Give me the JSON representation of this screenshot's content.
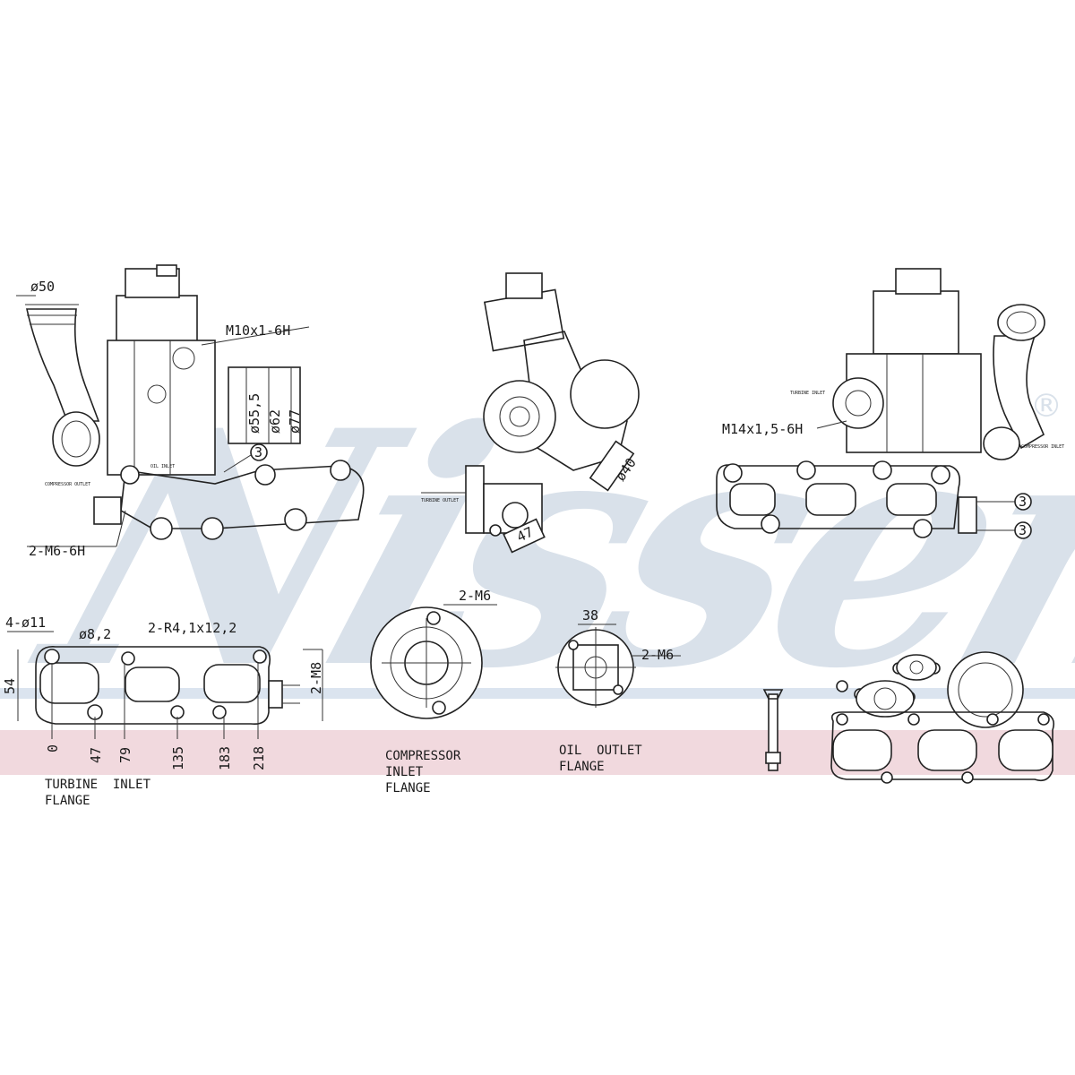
{
  "brand": {
    "logo_text": "Nissens",
    "registered_mark": "®"
  },
  "colors": {
    "watermark": "#d9e1ea",
    "band_blue": "#dbe4ef",
    "band_pink": "#f1d9de",
    "line": "#222222"
  },
  "view1": {
    "d_inlet": "ø50",
    "thread": "M10x1-6H",
    "d_a": "ø55,5",
    "d_b": "ø62",
    "d_c": "ø77",
    "callout": "3",
    "studs": "2-M6-6H",
    "tag_oil": "OIL INLET",
    "tag_comp": "COMPRESSOR OUTLET"
  },
  "view2": {
    "d_outlet": "ø40",
    "dim47": "47",
    "tag_turbine": "TURBINE OUTLET"
  },
  "view3": {
    "thread": "M14x1,5-6H",
    "callout_a": "3",
    "callout_b": "3",
    "tag_turbine": "TURBINE INLET",
    "tag_comp": "COMPRESSOR INLET"
  },
  "turbine_flange": {
    "holes": "4-ø11",
    "d_small": "ø8,2",
    "slots": "2-R4,1x12,2",
    "height": "54",
    "side": "2-M8",
    "x_dims": [
      "0",
      "47",
      "79",
      "135",
      "183",
      "218"
    ],
    "caption_line1": "TURBINE  INLET",
    "caption_line2": "FLANGE"
  },
  "compressor_flange": {
    "studs": "2-M6",
    "caption_line1": "COMPRESSOR",
    "caption_line2": "INLET",
    "caption_line3": "FLANGE"
  },
  "oil_flange": {
    "width": "38",
    "studs": "2-M6",
    "caption_line1": "OIL  OUTLET",
    "caption_line2": "FLANGE"
  }
}
